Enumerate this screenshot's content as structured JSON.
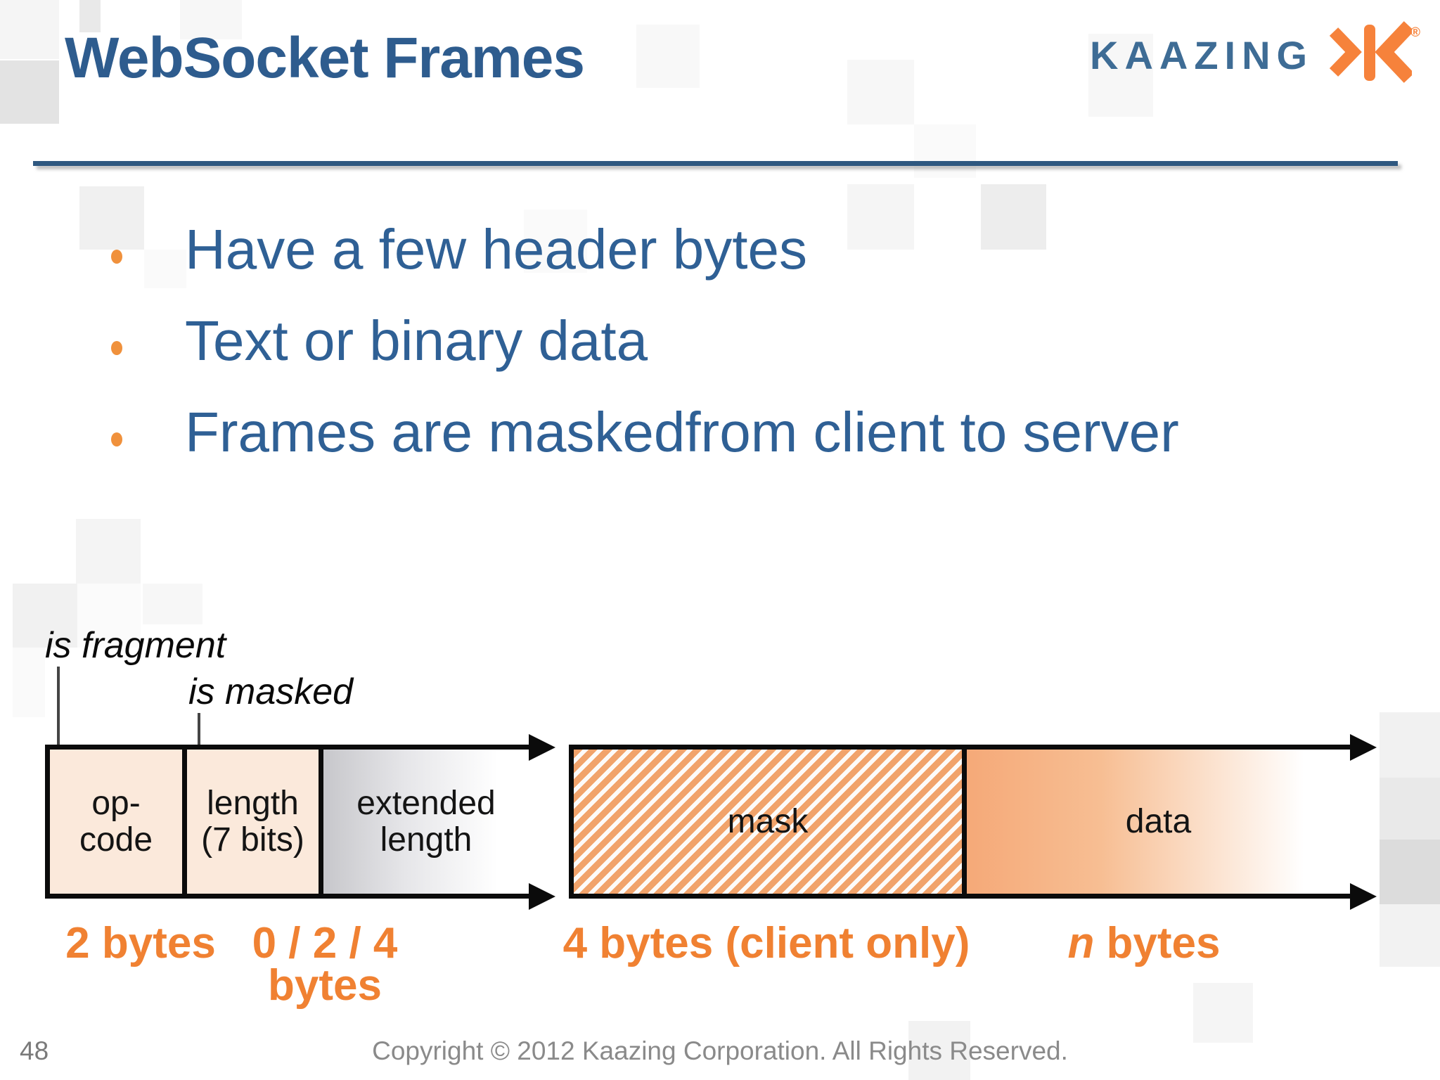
{
  "header": {
    "title": "WebSocket Frames",
    "logo_text": "KAAZING",
    "logo_registered": "®"
  },
  "bullets": {
    "items": [
      "Have a few header bytes",
      "Text or binary data",
      "Frames are maskedfrom client to server"
    ]
  },
  "diagram": {
    "callouts": {
      "fragment": "is fragment",
      "masked": "is masked"
    },
    "fields": {
      "opcode": {
        "line1": "op-",
        "line2": "code"
      },
      "length": {
        "line1": "length",
        "line2": "(7 bits)"
      },
      "extended": {
        "line1": "extended",
        "line2": "length"
      },
      "mask": "mask",
      "data": "data"
    },
    "sizes": {
      "header_bytes": "2 bytes",
      "extended_line1": "0 / 2 / 4",
      "extended_line2": "bytes",
      "mask_bytes": "4 bytes (client only)",
      "data_n": "n",
      "data_bytes": " bytes"
    }
  },
  "footer": {
    "page_number": "48",
    "copyright": "Copyright © 2012 Kaazing Corporation. All Rights Reserved."
  },
  "colors": {
    "title_blue": "#2E5C8E",
    "bullet_blue": "#2F6095",
    "divider_blue": "#2F5880",
    "accent_orange": "#F08132",
    "bullet_dot_orange": "#F0913C",
    "logo_blue": "#3E6C95",
    "logo_orange": "#F6823B",
    "box_peach": "#FBE9DB",
    "hatch_orange": "#F1A36B"
  }
}
